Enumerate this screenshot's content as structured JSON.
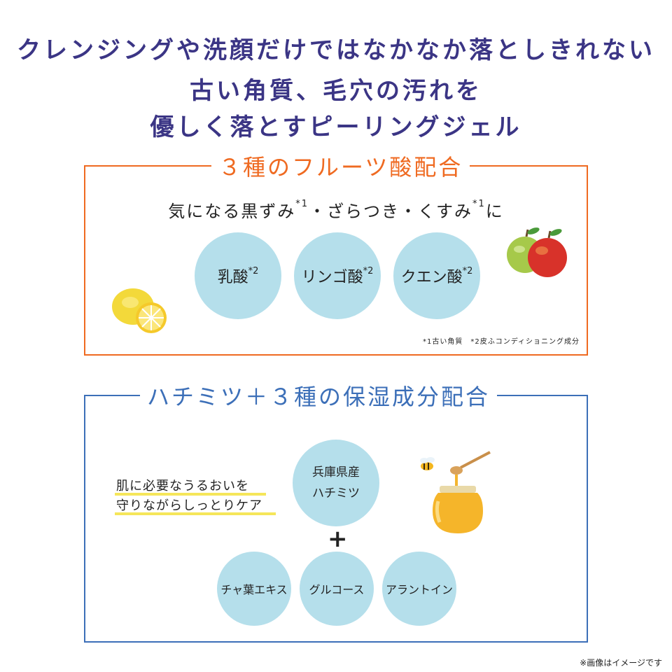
{
  "headline": {
    "line1": "クレンジングや洗顔だけではなかなか落としきれない",
    "line2": "古い角質、毛穴の汚れを",
    "line3": "優しく落とすピーリングジェル"
  },
  "fruit_section": {
    "title": "３種のフルーツ酸配合",
    "subtitle_1": "気になる黒ずみ",
    "mark_1a": "*1",
    "subtitle_2": "・ざらつき・くすみ",
    "mark_1b": "*1",
    "subtitle_3": "に",
    "ingredients": [
      {
        "label": "乳酸",
        "mark": "*2"
      },
      {
        "label": "リンゴ酸",
        "mark": "*2"
      },
      {
        "label": "クエン酸",
        "mark": "*2"
      }
    ],
    "footnote": "*1古い角質　*2皮ふコンディショニング成分"
  },
  "honey_section": {
    "title": "ハチミツ＋３種の保湿成分配合",
    "highlight_line1": "肌に必要なうるおいを",
    "highlight_line2": "守りながらしっとりケア",
    "main_ingredient_line1": "兵庫県産",
    "main_ingredient_line2": "ハチミツ",
    "plus": "+",
    "ingredients": [
      "チャ葉エキス",
      "グルコース",
      "アラントイン"
    ]
  },
  "disclaimer": "※画像はイメージです",
  "colors": {
    "heading": "#3b3585",
    "orange": "#ef6a21",
    "blue": "#3c6fb8",
    "circle": "#b5dfeb",
    "highlight": "#f5e65a"
  }
}
